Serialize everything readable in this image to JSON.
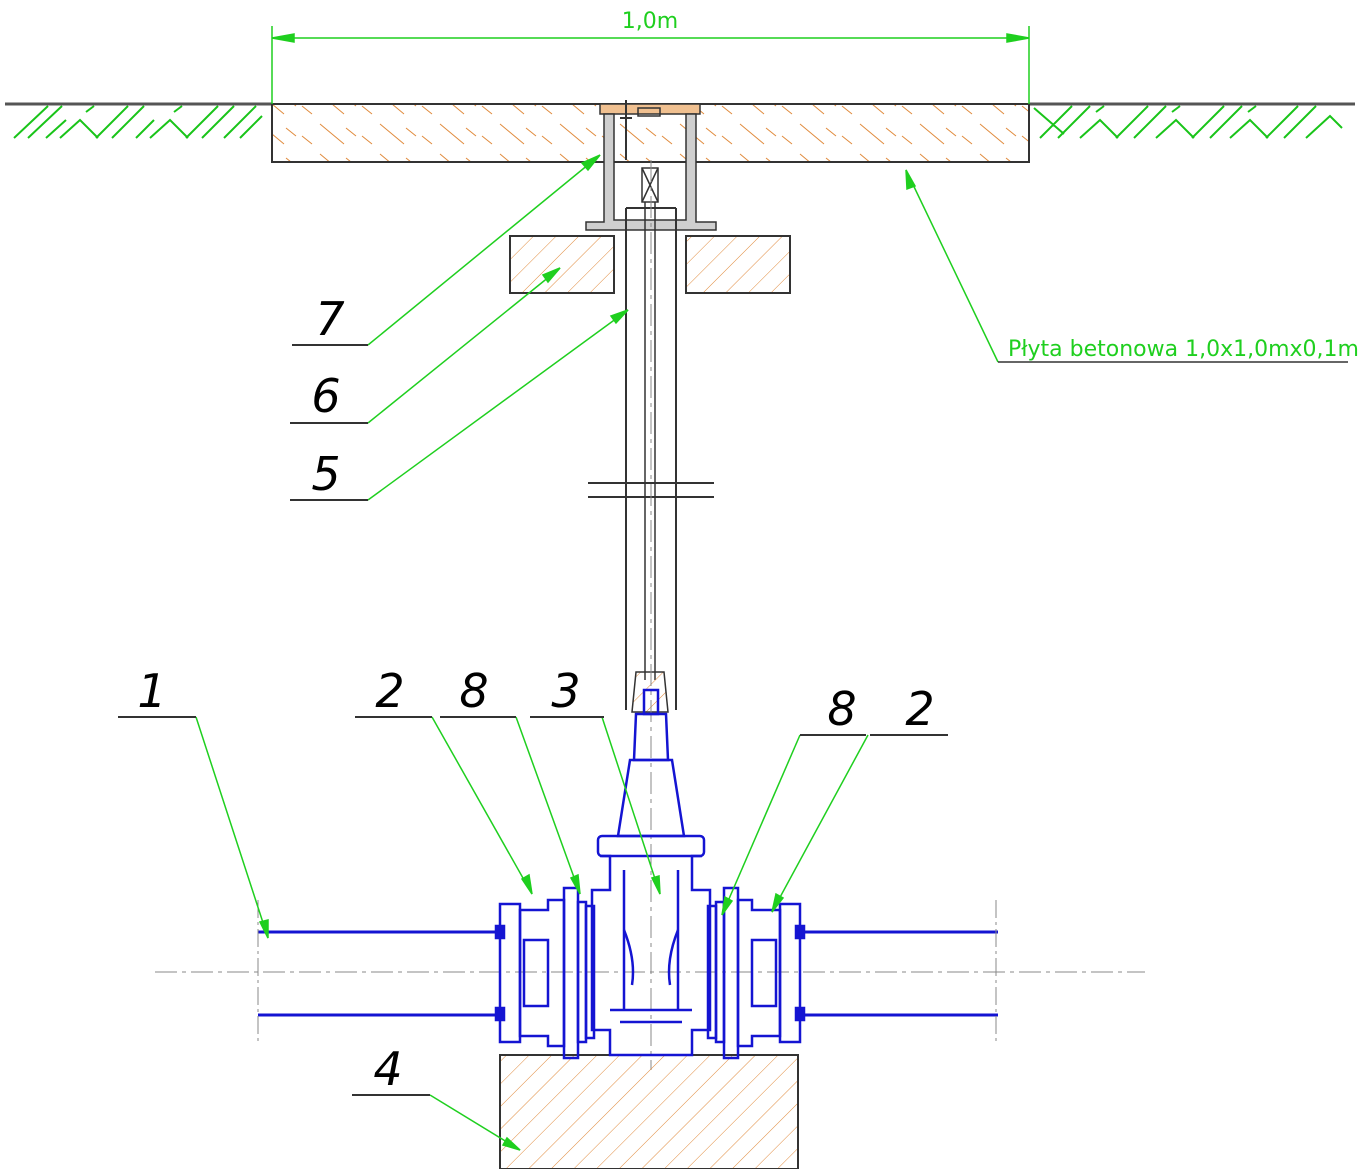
{
  "dimension": {
    "label": "1,0m"
  },
  "slab_note": {
    "text": "Płyta betonowa 1,0x1,0mx0,1m"
  },
  "callouts": {
    "c1": "1",
    "c2_left": "2",
    "c8_left": "8",
    "c3": "3",
    "c8_right": "8",
    "c2_right": "2",
    "c4": "4",
    "c5": "5",
    "c6": "6",
    "c7": "7"
  },
  "colors": {
    "leader": "#1fcf1f",
    "valve": "#1414d2",
    "hatch": "#e08a3c",
    "outline": "#333333",
    "soil": "#19c419"
  },
  "icons": {
    "valve": "gate-valve-icon",
    "pipe": "pipe-icon",
    "soil": "soil-hatch-icon"
  }
}
